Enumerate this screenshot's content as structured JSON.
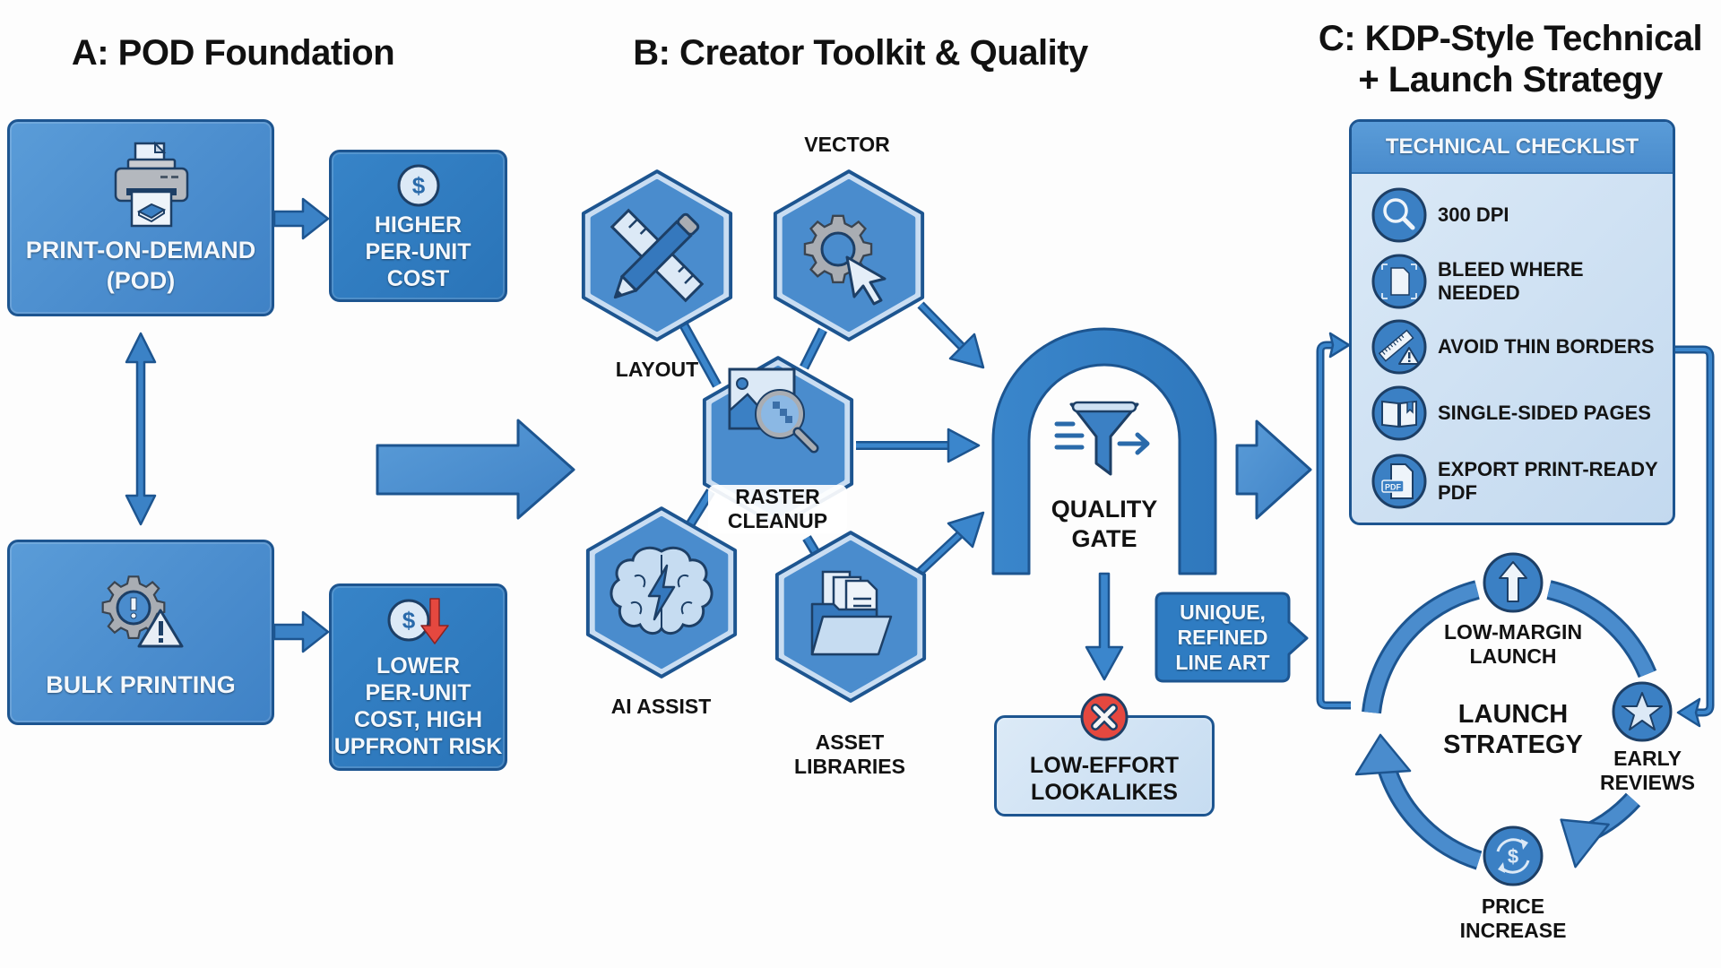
{
  "sections": {
    "a": {
      "title": "A: POD Foundation"
    },
    "b": {
      "title": "B: Creator Toolkit & Quality"
    },
    "c": {
      "title_line1": "C: KDP-Style Technical",
      "title_line2": "+ Launch Strategy"
    }
  },
  "pod_foundation": {
    "pod": {
      "label_line1": "PRINT-ON-DEMAND",
      "label_line2": "(POD)",
      "icon": "printer-book-icon"
    },
    "pod_result": {
      "lines": [
        "HIGHER",
        "PER-UNIT",
        "COST"
      ],
      "icon": "dollar-coin-icon"
    },
    "bulk": {
      "label": "BULK PRINTING",
      "icon": "gear-warning-icon"
    },
    "bulk_result": {
      "lines": [
        "LOWER",
        "PER-UNIT",
        "COST, HIGH",
        "UPFRONT RISK"
      ],
      "icon": "dollar-down-arrow-icon"
    },
    "relation": "bidirectional-arrow"
  },
  "toolkit": {
    "nodes": [
      {
        "id": "layout",
        "label": "LAYOUT",
        "icon": "ruler-pencil-icon"
      },
      {
        "id": "vector",
        "label": "VECTOR",
        "icon": "gear-cursor-icon"
      },
      {
        "id": "raster",
        "label_line1": "RASTER",
        "label_line2": "CLEANUP",
        "icon": "image-magnifier-icon"
      },
      {
        "id": "ai",
        "label": "AI ASSIST",
        "icon": "brain-lightning-icon"
      },
      {
        "id": "assets",
        "label_line1": "ASSET",
        "label_line2": "LIBRARIES",
        "icon": "folder-files-icon"
      }
    ],
    "gate": {
      "label_line1": "QUALITY",
      "label_line2": "GATE",
      "icon": "funnel-icon"
    },
    "pass": {
      "lines": [
        "UNIQUE,",
        "REFINED",
        "LINE ART"
      ]
    },
    "reject": {
      "label_line1": "LOW-EFFORT",
      "label_line2": "LOOKALIKES",
      "icon": "x-circle-icon"
    }
  },
  "checklist": {
    "header": "TECHNICAL CHECKLIST",
    "items": [
      {
        "label": "300 DPI",
        "icon": "magnifier-icon"
      },
      {
        "label": "BLEED WHERE NEEDED",
        "icon": "page-expand-icon"
      },
      {
        "label": "AVOID THIN BORDERS",
        "icon": "ruler-warning-icon"
      },
      {
        "label": "SINGLE-SIDED PAGES",
        "icon": "open-book-icon"
      },
      {
        "label_line1": "EXPORT PRINT-READY",
        "label_line2": "PDF",
        "icon": "pdf-file-icon",
        "icon_text": "PDF"
      }
    ]
  },
  "launch": {
    "center_line1": "LAUNCH",
    "center_line2": "STRATEGY",
    "steps": [
      {
        "label_line1": "LOW-MARGIN",
        "label_line2": "LAUNCH",
        "icon": "up-arrow-icon"
      },
      {
        "label_line1": "EARLY",
        "label_line2": "REVIEWS",
        "icon": "star-icon"
      },
      {
        "label_line1": "PRICE",
        "label_line2": "INCREASE",
        "icon": "dollar-cycle-icon"
      }
    ]
  },
  "colors": {
    "primary": "#4a8ccd",
    "primary_dark": "#2a74b8",
    "outline": "#1d5590",
    "light_fill": "#cfe1f3",
    "reject_red": "#e5483f",
    "icon_gray": "#a9adb3"
  }
}
